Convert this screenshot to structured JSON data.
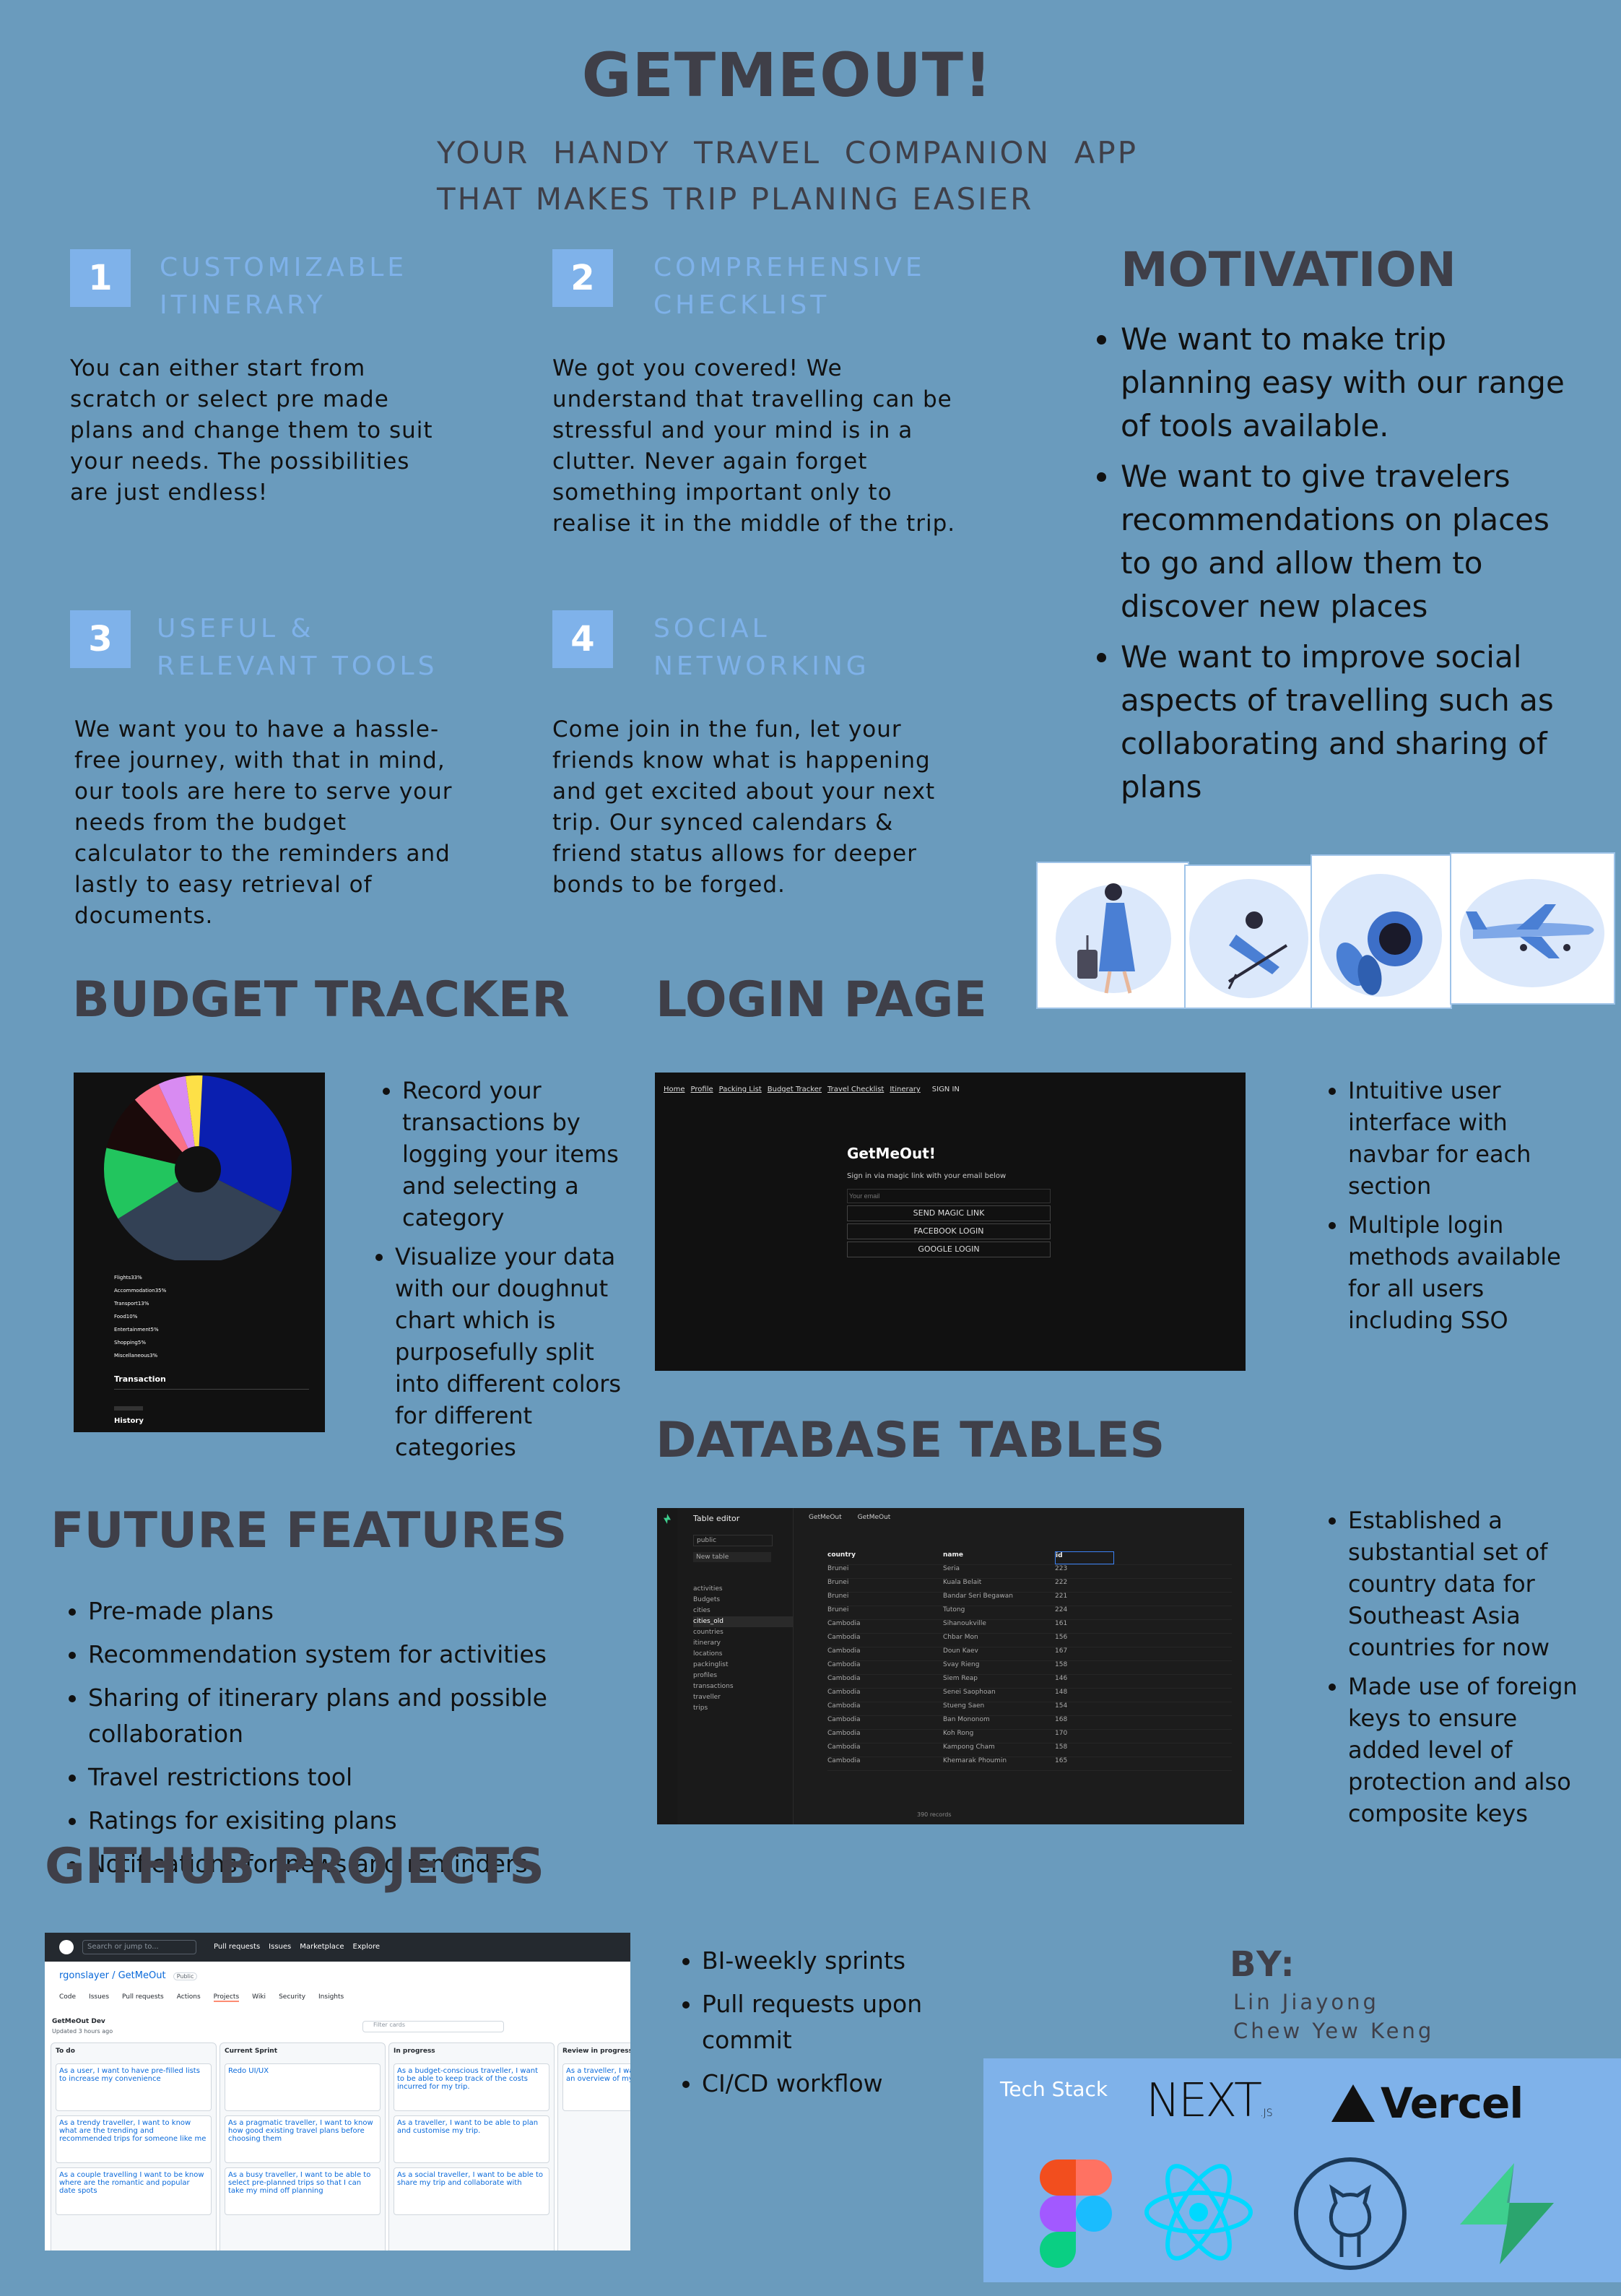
{
  "header": {
    "title": "GETMEOUT!",
    "subtitle_line1": "YOUR  HANDY  TRAVEL  COMPANION  APP",
    "subtitle_line2": "THAT MAKES TRIP PLANING EASIER"
  },
  "features": [
    {
      "num": "1",
      "head1": "CUSTOMIZABLE",
      "head2": "ITINERARY",
      "body": "You can either start from scratch or select pre made plans and change them to suit your needs. The possibilities are just endless!"
    },
    {
      "num": "2",
      "head1": "COMPREHENSIVE",
      "head2": "CHECKLIST",
      "body": "We got you covered! We understand that travelling can be stressful and your mind is in a clutter. Never again forget something important only to realise it in the middle of the trip."
    },
    {
      "num": "3",
      "head1": "USEFUL &",
      "head2": "RELEVANT TOOLS",
      "body": "We want you to have a hassle-free journey, with that in mind, our tools are here to serve your needs from the budget calculator to the reminders and lastly to easy retrieval of documents."
    },
    {
      "num": "4",
      "head1": "SOCIAL",
      "head2": "NETWORKING",
      "body": "Come join in the fun, let your friends know what is happening and get excited about your next trip. Our synced calendars & friend status allows for deeper bonds to be forged."
    }
  ],
  "motivation": {
    "title": "MOTIVATION",
    "items": [
      "We want to make trip planning easy with our range of tools available.",
      "We want to give travelers recommendations on places to go and allow them to discover new places",
      "We want to improve social aspects of travelling such as collaborating and sharing of plans"
    ]
  },
  "budget": {
    "title": "BUDGET TRACKER",
    "items": [
      "Record your transactions by logging your items and selecting a category",
      "Visualize your data with our doughnut chart which is purposefully split into different colors for different categories"
    ],
    "shot": {
      "legend": [
        "Flights33%",
        "Accommodation35%",
        "Transport13%",
        "Food10%",
        "Entertainment5%",
        "Shopping5%",
        "Miscellaneous3%"
      ],
      "transaction": "Transaction",
      "history": "History",
      "colors": [
        "#0a1fb0",
        "#334155",
        "#22c55e",
        "#1a0a0a",
        "#fb7185",
        "#d88bf2",
        "#fde047"
      ]
    }
  },
  "login": {
    "title": "LOGIN PAGE",
    "nav": [
      "Home",
      "Profile",
      "Packing List",
      "Budget Tracker",
      "Travel Checklist",
      "Itinerary",
      "SIGN IN"
    ],
    "app_name": "GetMeOut!",
    "prompt": "Sign in via magic link with your email below",
    "email_placeholder": "Your email",
    "buttons": [
      "SEND MAGIC LINK",
      "FACEBOOK LOGIN",
      "GOOGLE LOGIN"
    ],
    "items": [
      "Intuitive user interface with navbar for each section",
      "Multiple login methods available for all users including SSO"
    ]
  },
  "database": {
    "title": "DATABASE TABLES",
    "shot": {
      "header": "Table editor",
      "tabs": [
        "GetMeOut",
        "GetMeOut"
      ],
      "schema": "public",
      "new_table": "New table",
      "tables": [
        "activities",
        "Budgets",
        "cities",
        "cities_old",
        "countries",
        "itinerary",
        "locations",
        "packinglist",
        "profiles",
        "transactions",
        "traveller",
        "trips"
      ],
      "cols": [
        "country",
        "name",
        "id"
      ],
      "rows": [
        [
          "Brunei",
          "Seria",
          "223"
        ],
        [
          "Brunei",
          "Kuala Belait",
          "222"
        ],
        [
          "Brunei",
          "Bandar Seri Begawan",
          "221"
        ],
        [
          "Brunei",
          "Tutong",
          "224"
        ],
        [
          "Cambodia",
          "Sihanoukville",
          "161"
        ],
        [
          "Cambodia",
          "Chbar Mon",
          "156"
        ],
        [
          "Cambodia",
          "Doun Kaev",
          "167"
        ],
        [
          "Cambodia",
          "Svay Rieng",
          "158"
        ],
        [
          "Cambodia",
          "Siem Reap",
          "146"
        ],
        [
          "Cambodia",
          "Senei Saophoan",
          "148"
        ],
        [
          "Cambodia",
          "Stueng Saen",
          "154"
        ],
        [
          "Cambodia",
          "Ban Mononom",
          "168"
        ],
        [
          "Cambodia",
          "Koh Rong",
          "170"
        ],
        [
          "Cambodia",
          "Kampong Cham",
          "158"
        ],
        [
          "Cambodia",
          "Khemarak Phoumin",
          "165"
        ]
      ],
      "footer": "390 records"
    },
    "items": [
      "Established a substantial set of country data for Southeast Asia countries for now",
      "Made use of foreign keys to ensure added level of protection and also composite keys"
    ]
  },
  "future": {
    "title": "FUTURE FEATURES",
    "items": [
      "Pre-made plans",
      "Recommendation system for activities",
      "Sharing of itinerary plans and possible collaboration",
      "Travel restrictions tool",
      "Ratings for exisiting plans",
      "Notifications for news and reminders"
    ]
  },
  "github": {
    "title": "GITHUB PROJECTS",
    "items": [
      "BI-weekly sprints",
      "Pull requests upon commit",
      "CI/CD workflow"
    ],
    "shot": {
      "search": "Search or jump to...",
      "nav": [
        "Pull requests",
        "Issues",
        "Marketplace",
        "Explore"
      ],
      "repo": "rgonslayer / GetMeOut",
      "badge": "Public",
      "tabs": [
        "Code",
        "Issues",
        "Pull requests",
        "Actions",
        "Projects",
        "Wiki",
        "Security",
        "Insights"
      ],
      "project": "GetMeOut Dev",
      "updated": "Updated 3 hours ago",
      "filter": "Filter cards",
      "columns": [
        {
          "name": "To do",
          "cards": [
            "As a user, I want to have pre-filled lists to increase my convenience",
            "As a trendy traveller, I want to know what are the trending and recommended trips for someone like me",
            "As a couple travelling I want to be know where are the romantic and popular date spots"
          ]
        },
        {
          "name": "Current Sprint",
          "cards": [
            "Redo UI/UX",
            "As a pragmatic traveller, I want to know how good existing travel plans before choosing them",
            "As a busy traveller, I want to be able to select pre-planned trips so that I can take my mind off planning"
          ]
        },
        {
          "name": "In progress",
          "cards": [
            "As a budget-conscious traveller, I want to be able to keep track of the costs incurred for my trip.",
            "As a traveller, I want to be able to plan and customise my trip.",
            "As a social traveller, I want to be able to share my trip and collaborate with"
          ]
        },
        {
          "name": "Review in progress",
          "cards": [
            "As a traveller, I want to be able to have an overview of my itinerary."
          ]
        }
      ]
    }
  },
  "by": {
    "label": "BY:",
    "names": [
      "Lin Jiayong",
      "Chew Yew Keng"
    ]
  },
  "tech": {
    "label": "Tech Stack",
    "next": "NEXT",
    "next_js": ".JS",
    "vercel": "Vercel",
    "icons": [
      "figma-icon",
      "react-icon",
      "github-icon",
      "supabase-icon"
    ]
  }
}
